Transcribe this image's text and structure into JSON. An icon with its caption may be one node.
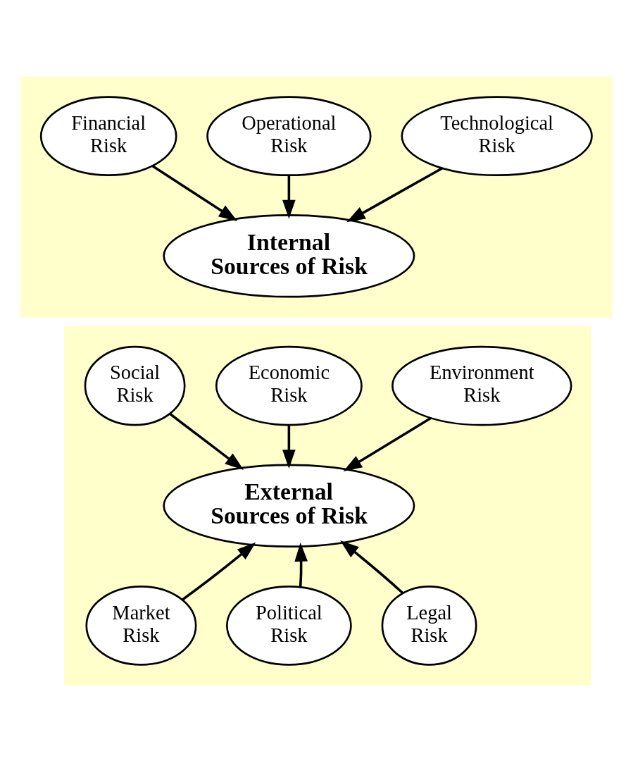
{
  "diagram": {
    "nodes": [
      {
        "text": [],
        "shape": "box"
      },
      {
        "text": [
          "Operational Risk"
        ],
        "in": 0
      },
      {
        "text": [
          "Financial Risk"
        ],
        "in": 0
      },
      {
        "text": [
          "Technological Risk"
        ],
        "in": 0
      },
      {
        "text": [
          "Internal Sources of Risk"
        ],
        "in": 0
      },
      {
        "text": [],
        "shape": "box"
      },
      {
        "text": [
          "Economic Risk"
        ],
        "in": 5
      },
      {
        "text": [
          "Social Risk"
        ],
        "in": 5
      },
      {
        "text": [
          "Environment Risk"
        ],
        "in": 5
      },
      {
        "text": [
          "External Sources of Risk"
        ],
        "in": 5
      },
      {
        "text": [
          "Market Risk"
        ],
        "in": 5
      },
      {
        "text": [
          "Political Risk"
        ],
        "in": 5
      },
      {
        "text": [
          "Legal Risk"
        ],
        "in": 5
      }
    ],
    "edges": [
      {
        "from": 1,
        "to": 4,
        "arrow": "to"
      },
      {
        "from": 2,
        "to": 4,
        "arrow": "to"
      },
      {
        "from": 3,
        "to": 4,
        "arrow": "to"
      },
      {
        "from": 6,
        "to": 9,
        "arrow": "to"
      },
      {
        "from": 7,
        "to": 9,
        "arrow": "to"
      },
      {
        "from": 8,
        "to": 9,
        "arrow": "to"
      },
      {
        "from": 10,
        "to": 9,
        "arrow": "to"
      },
      {
        "from": 11,
        "to": 9,
        "arrow": "to"
      },
      {
        "from": 12,
        "to": 9,
        "arrow": "to"
      }
    ]
  }
}
